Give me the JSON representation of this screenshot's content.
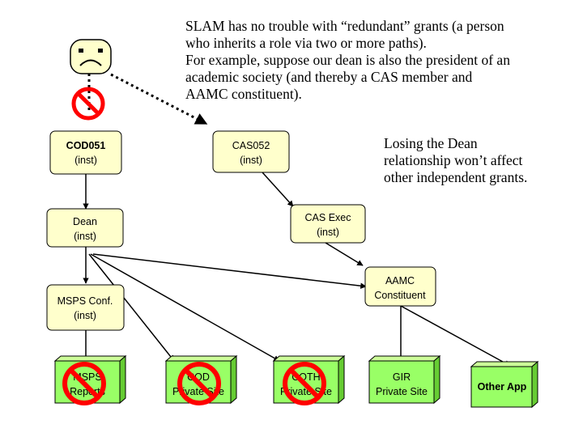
{
  "notes": {
    "top": [
      "SLAM has no trouble with “redundant” grants (a person",
      "who inherits a role via two or more paths).",
      "For example, suppose our dean is also the president of an",
      "academic society (and thereby a CAS member and",
      "AAMC constituent)."
    ],
    "right": [
      "Losing the Dean",
      "relationship won’t affect",
      "other independent grants."
    ]
  },
  "nodes": {
    "cod051": [
      "COD051",
      "(inst)"
    ],
    "cas052": [
      "CAS052",
      "(inst)"
    ],
    "dean": [
      "Dean",
      "(inst)"
    ],
    "cas_exec": [
      "CAS Exec",
      "(inst)"
    ],
    "aamc": [
      "AAMC",
      "Constituent"
    ],
    "msps_conf": [
      "MSPS Conf.",
      "(inst)"
    ],
    "msps_reports": [
      "MSPS",
      "Reports"
    ],
    "cod_site": [
      "COD",
      "Private Site"
    ],
    "coth_site": [
      "COTH",
      "Private Site"
    ],
    "gir_site": [
      "GIR",
      "Private Site"
    ],
    "other_app": [
      "Other App"
    ]
  },
  "colors": {
    "box_fill": "#ffffcc",
    "site_front": "#99ff66",
    "site_top": "#ccff99",
    "site_side": "#66cc33",
    "prohibited": "#ff0000",
    "face_fill": "#ffffcc"
  },
  "icons": [
    "sad-face-icon",
    "no-entry-icon"
  ]
}
